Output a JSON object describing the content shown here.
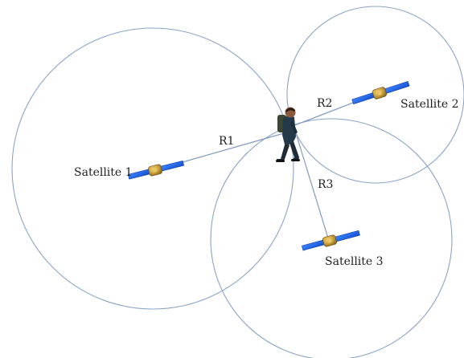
{
  "diagram": {
    "satellites": [
      {
        "label": "Satellite 1"
      },
      {
        "label": "Satellite 2"
      },
      {
        "label": "Satellite 3"
      }
    ],
    "ranges": [
      {
        "label": "R1"
      },
      {
        "label": "R2"
      },
      {
        "label": "R3"
      }
    ],
    "colors": {
      "circle": "#8aa4c8",
      "range_line": "#7f99c0",
      "solar_panel": "#1e63e0",
      "satellite_body": "#c9a03c",
      "person_jacket": "#243a4a",
      "label_text": "#1f1f1f"
    }
  }
}
